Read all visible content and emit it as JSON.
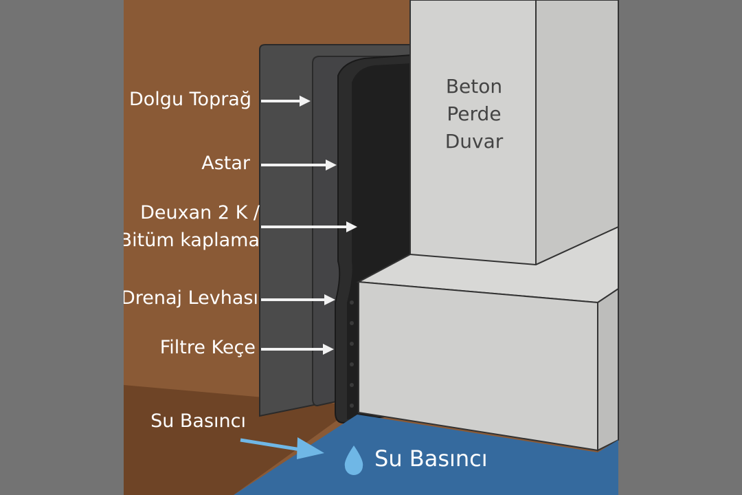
{
  "labels": {
    "fill_soil": "Dolgu Toprağ",
    "primer": "Astar",
    "coating_line1": "Deuxan 2 K /",
    "coating_line2": "Bitüm kaplama",
    "drainage": "Drenaj Levhası",
    "filter": "Filtre Keçe",
    "pressure": "Su Basıncı"
  },
  "wall": {
    "line1": "Beton",
    "line2": "Perde",
    "line3": "Duvar"
  },
  "water_label": "Su Basıncı",
  "colors": {
    "soil": "#8a5a36",
    "water": "#356a9e",
    "concrete": "#d2d2d0",
    "background": "#737373"
  }
}
